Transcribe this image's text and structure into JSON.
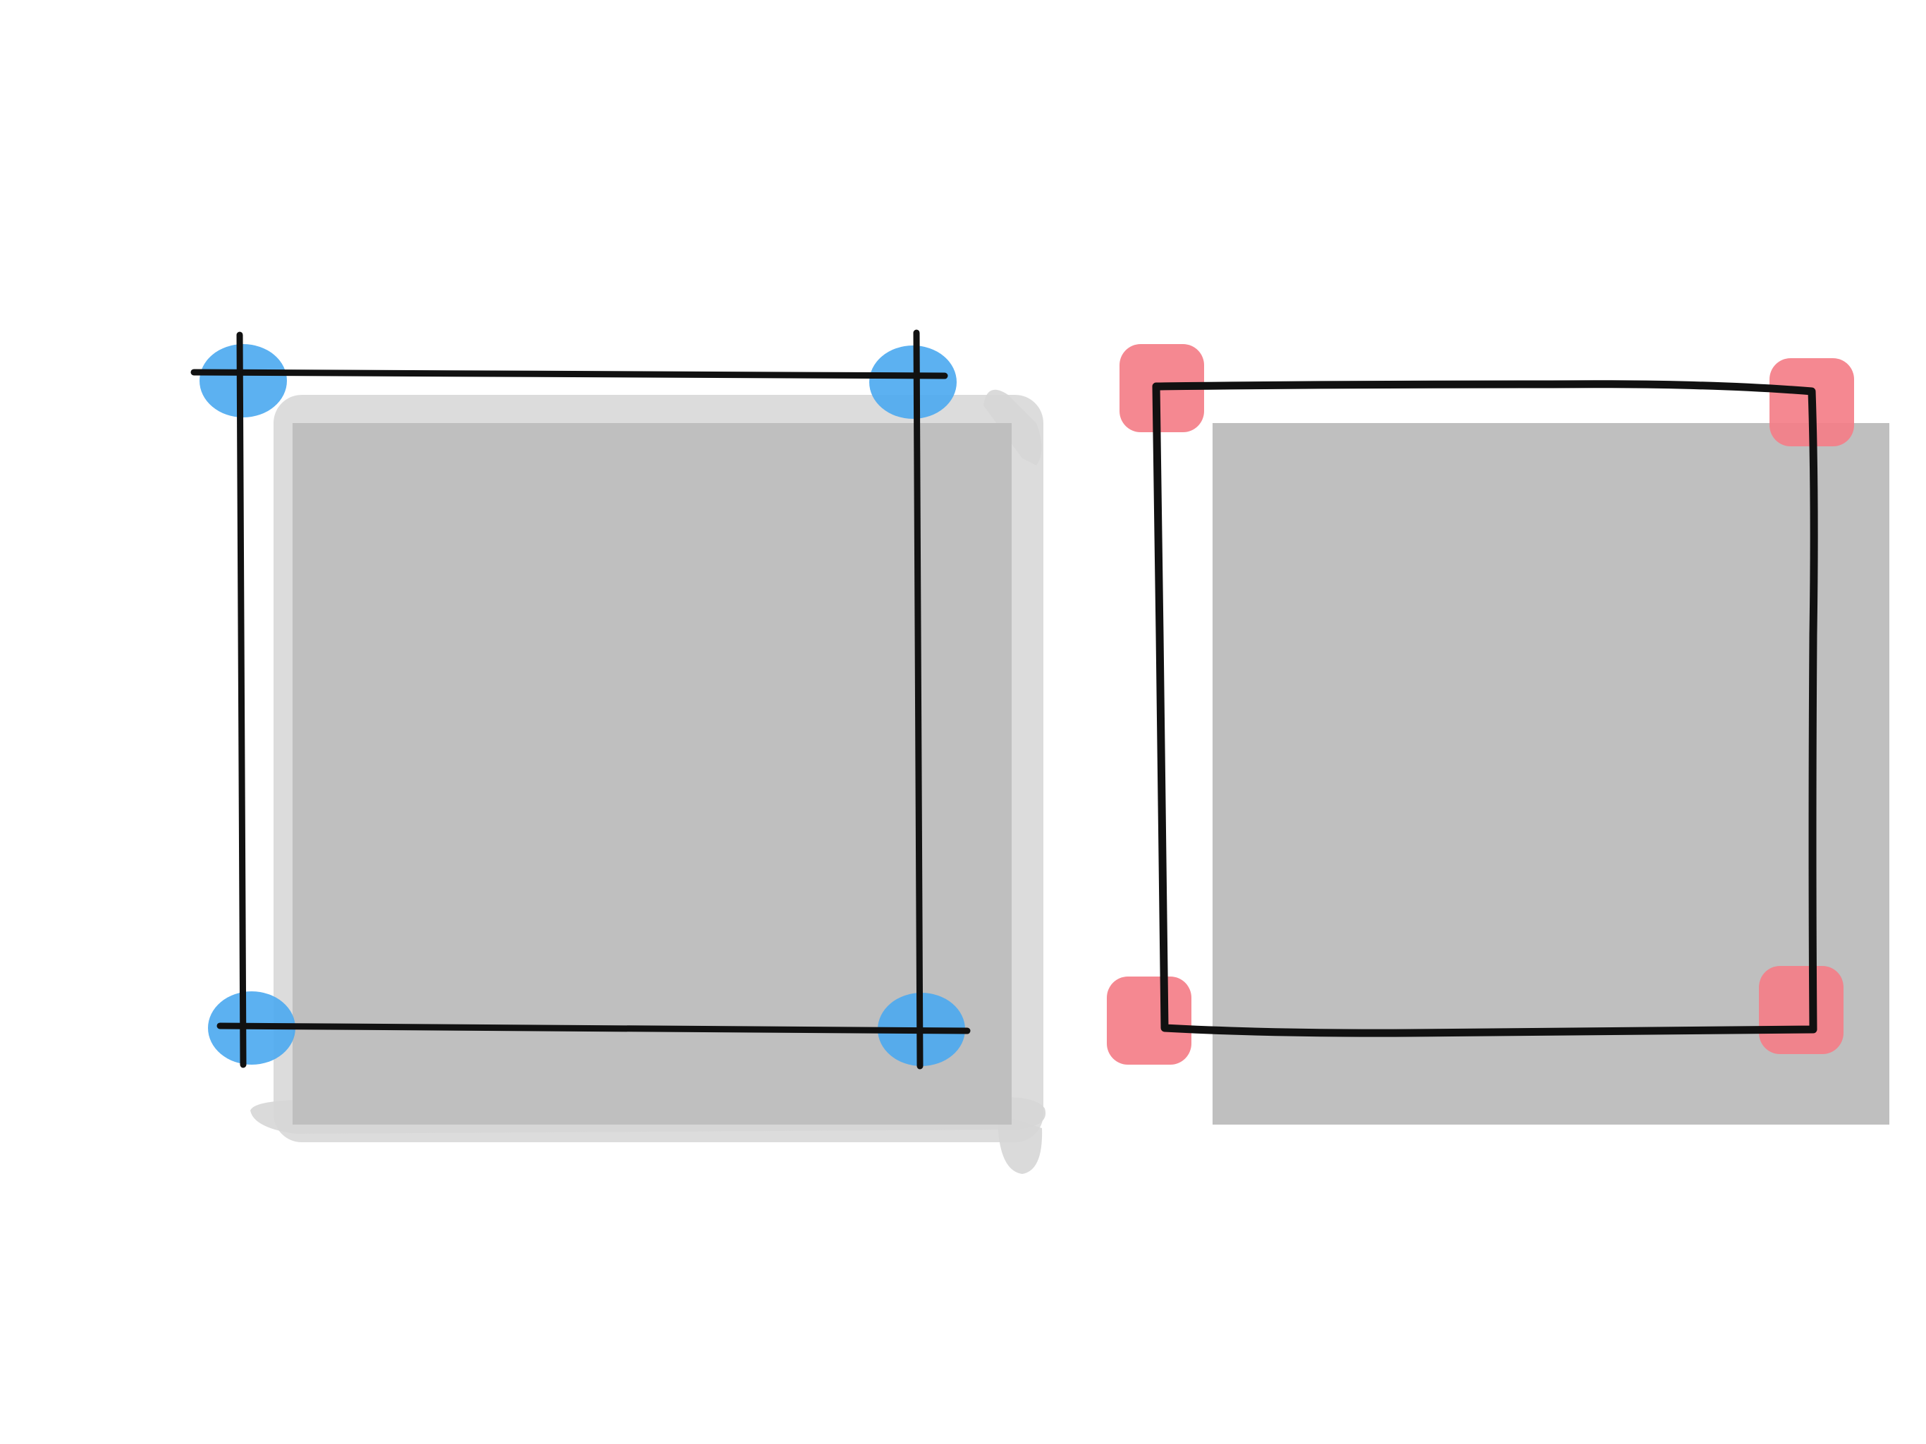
{
  "colors": {
    "background": "#ffffff",
    "gray_fill": "#bfbfbf",
    "gray_light": "#d6d6d6",
    "ink": "#111111",
    "blue_handle": "#4aa8ef",
    "red_handle": "#f47e88"
  },
  "diagrams": [
    {
      "id": "left",
      "handle_shape": "circle",
      "handle_color_key": "blue_handle",
      "handle_count": 4
    },
    {
      "id": "right",
      "handle_shape": "rounded-square",
      "handle_color_key": "red_handle",
      "handle_count": 4
    }
  ]
}
